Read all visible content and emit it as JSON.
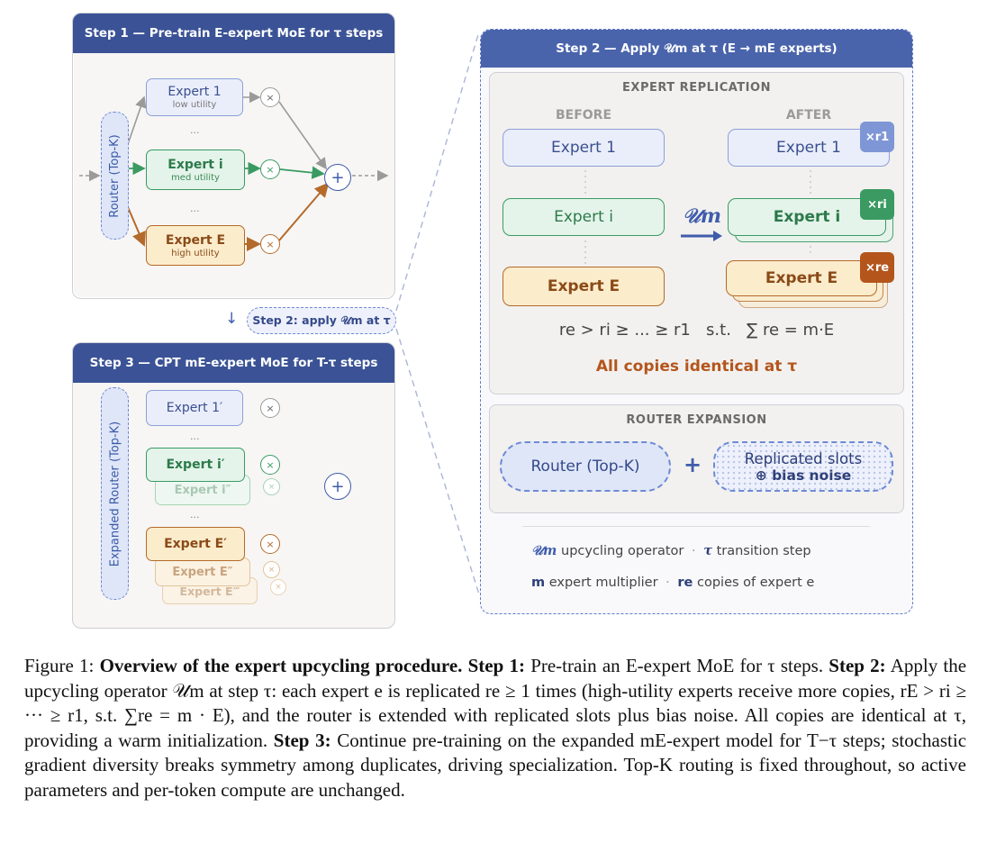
{
  "step1": {
    "title": "Step 1 — Pre-train E-expert MoE for τ steps",
    "router_label": "Router (Top-K)",
    "experts": [
      {
        "name": "Expert 1",
        "utility": "low utility"
      },
      {
        "name": "Expert i",
        "utility": "med utility"
      },
      {
        "name": "Expert E",
        "utility": "high utility"
      }
    ],
    "dots": "...",
    "mult_symbol": "×",
    "sum_symbol": "+"
  },
  "transition": {
    "arrow": "↓",
    "label": "Step 2: apply 𝒰m at τ"
  },
  "step3": {
    "title": "Step 3 — CPT mE-expert MoE for T-τ steps",
    "router_label": "Expanded Router (Top-K)",
    "experts": [
      "Expert 1′",
      "Expert i′",
      "Expert i″",
      "Expert E′",
      "Expert E″",
      "Expert E‴"
    ],
    "dots": "..."
  },
  "step2": {
    "title": "Step 2 — Apply 𝒰m at τ (E → mE experts)",
    "replication": {
      "header": "EXPERT REPLICATION",
      "before_label": "BEFORE",
      "after_label": "AFTER",
      "before_experts": [
        "Expert 1",
        "Expert i",
        "Expert E"
      ],
      "after_experts": [
        "Expert 1",
        "Expert i",
        "Expert E"
      ],
      "badges": [
        "×r1",
        "×ri",
        "×re"
      ],
      "operator_label": "𝒰m",
      "formula": "re > ri ≥ ... ≥ r1   s.t.   ∑ re = m·E",
      "identical_note": "All copies identical at τ"
    },
    "router_expansion": {
      "header": "ROUTER EXPANSION",
      "router_label": "Router (Top-K)",
      "plus": "+",
      "slots_line1": "Replicated slots",
      "slots_line2": "⊕ bias noise"
    },
    "legend": {
      "u_symbol": "𝒰m",
      "u_desc": "upcycling operator",
      "tau_symbol": "τ",
      "tau_desc": "transition step",
      "m_symbol": "m",
      "m_desc": "expert multiplier",
      "r_symbol": "re",
      "r_desc": "copies of expert e",
      "sep": "·"
    }
  },
  "caption": {
    "fig": "Figure 1:",
    "title": "Overview of the expert upcycling procedure.",
    "s1_label": "Step 1:",
    "s1_text": "Pre-train an E-expert MoE for τ steps.",
    "s2_label": "Step 2:",
    "s2_text": "Apply the upcycling operator 𝒰m at step τ: each expert e is replicated re ≥ 1 times (high-utility experts receive more copies, rE > ri ≥ ··· ≥ r1, s.t. ∑re = m · E), and the router is extended with replicated slots plus bias noise. All copies are identical at τ, providing a warm initialization.",
    "s3_label": "Step 3:",
    "s3_text": "Continue pre-training on the expanded mE-expert model for T−τ steps; stochastic gradient diversity breaks symmetry among duplicates, driving specialization. Top-K routing is fixed throughout, so active parameters and per-token compute are unchanged."
  }
}
